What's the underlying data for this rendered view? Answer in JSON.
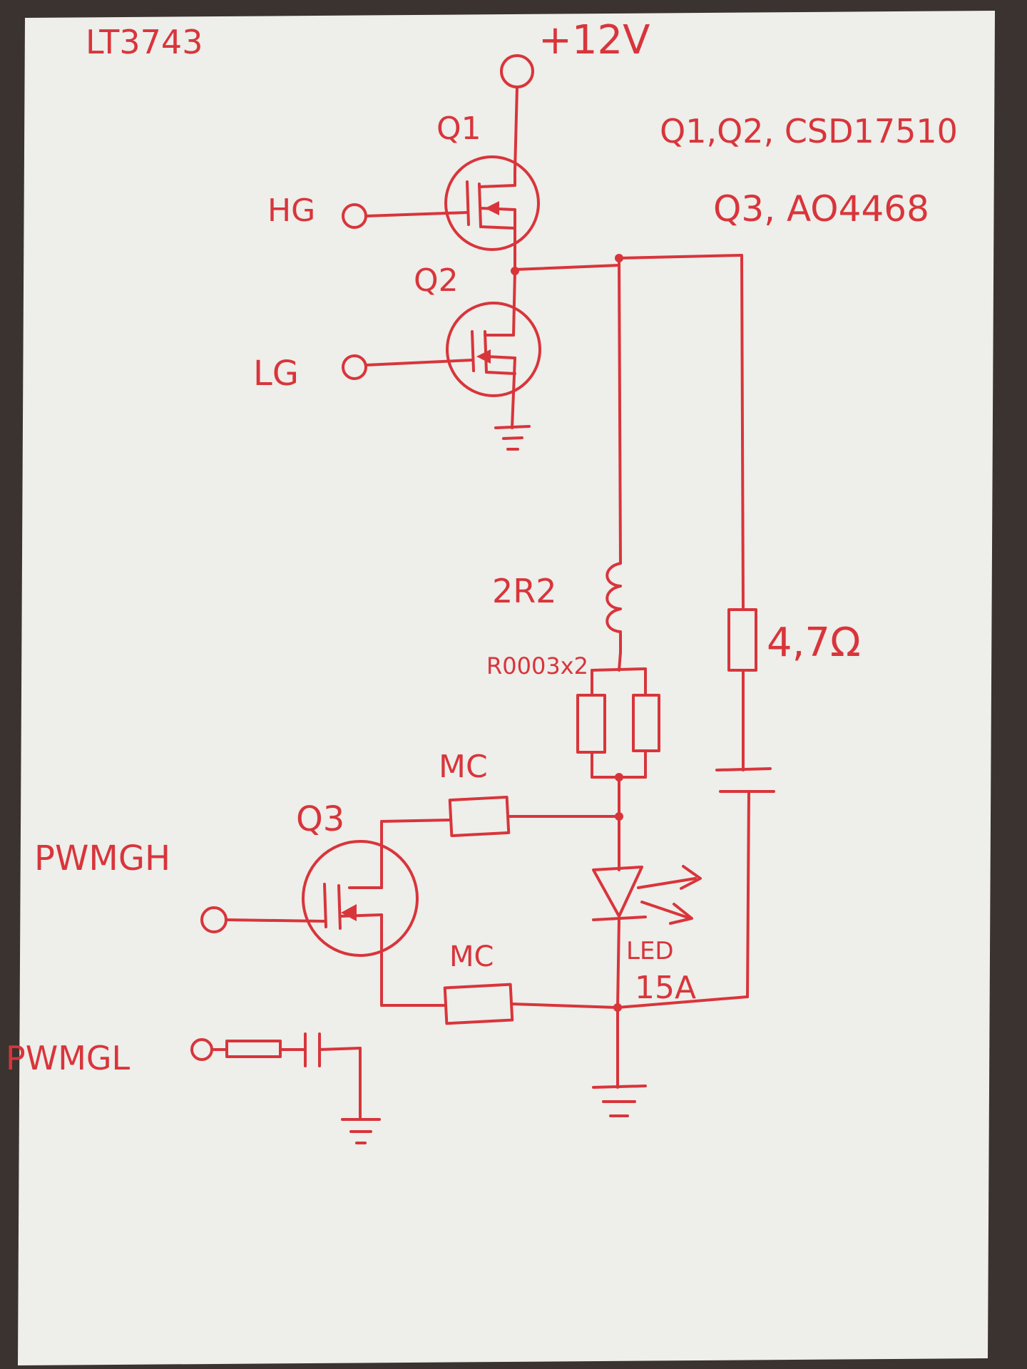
{
  "sheet": {
    "paper_color": "#eeeeea",
    "ink_color": "#d8353b",
    "background_color": "#3a3330"
  },
  "labels": {
    "controller": "LT3743",
    "supply": "+12V",
    "parts_q1q2": "Q1,Q2, CSD17510",
    "parts_q3": "Q3, AO4468",
    "q1": "Q1",
    "q2": "Q2",
    "q3": "Q3",
    "hg": "HG",
    "lg": "LG",
    "pwmgh": "PWMGH",
    "pwmgl": "PWMGL",
    "inductor": "2R2",
    "sense_resistors": "R0003x2",
    "resistor_47": "4,7Ω",
    "mc_top": "MC",
    "mc_bottom": "MC",
    "led": "LED",
    "led_current": "15A"
  }
}
